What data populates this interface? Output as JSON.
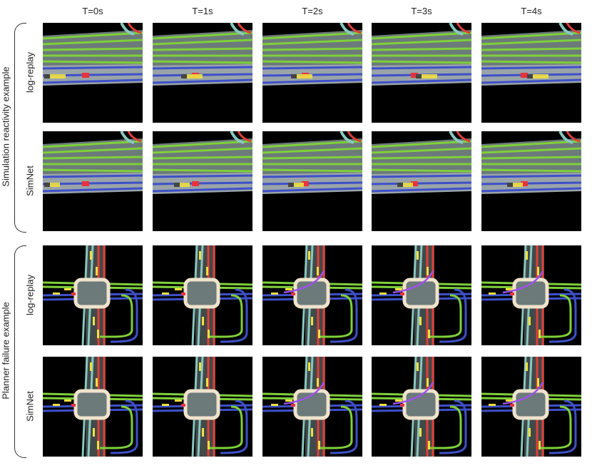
{
  "columns": [
    "T=0s",
    "T=1s",
    "T=2s",
    "T=3s",
    "T=4s"
  ],
  "groups": [
    {
      "label": "Simulation reactivity example",
      "rows": [
        "log-replay",
        "SimNet"
      ]
    },
    {
      "label": "Planner failure example",
      "rows": [
        "log-replay",
        "SimNet"
      ]
    }
  ],
  "colors": {
    "background": "#000000",
    "lane_green": "#7fd03a",
    "lane_blue": "#3e50c8",
    "road_gray": "#6c7a7a",
    "intersection": "#efe3cc",
    "ego_red": "#e8323c",
    "agent_yellow": "#f0e040",
    "crosswalk_red": "#e04038",
    "teal_lane": "#88c8c0",
    "purple_plan": "#a050f0"
  },
  "icons": [
    "map-render-highway",
    "map-render-intersection"
  ]
}
